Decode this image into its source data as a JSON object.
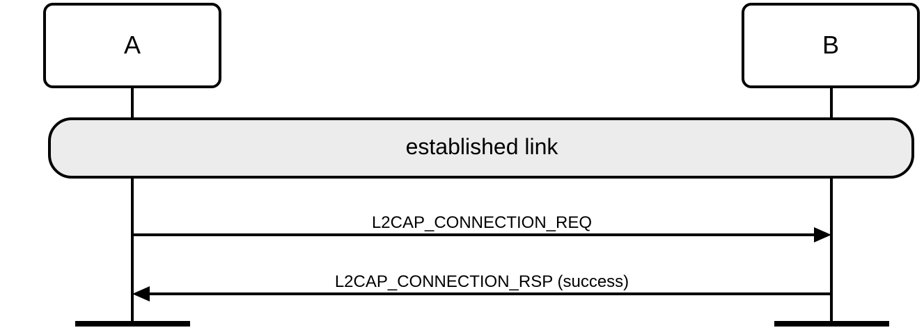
{
  "diagram": {
    "participants": [
      {
        "id": "a",
        "label": "A"
      },
      {
        "id": "b",
        "label": "B"
      }
    ],
    "state_bar": {
      "label": "established link"
    },
    "messages": [
      {
        "label": "L2CAP_CONNECTION_REQ",
        "from": "A",
        "to": "B"
      },
      {
        "label": "L2CAP_CONNECTION_RSP (success)",
        "from": "B",
        "to": "A"
      }
    ]
  },
  "colors": {
    "stroke": "#000000",
    "box_fill": "#ffffff",
    "state_fill": "#ececec",
    "background": "#ffffff"
  }
}
